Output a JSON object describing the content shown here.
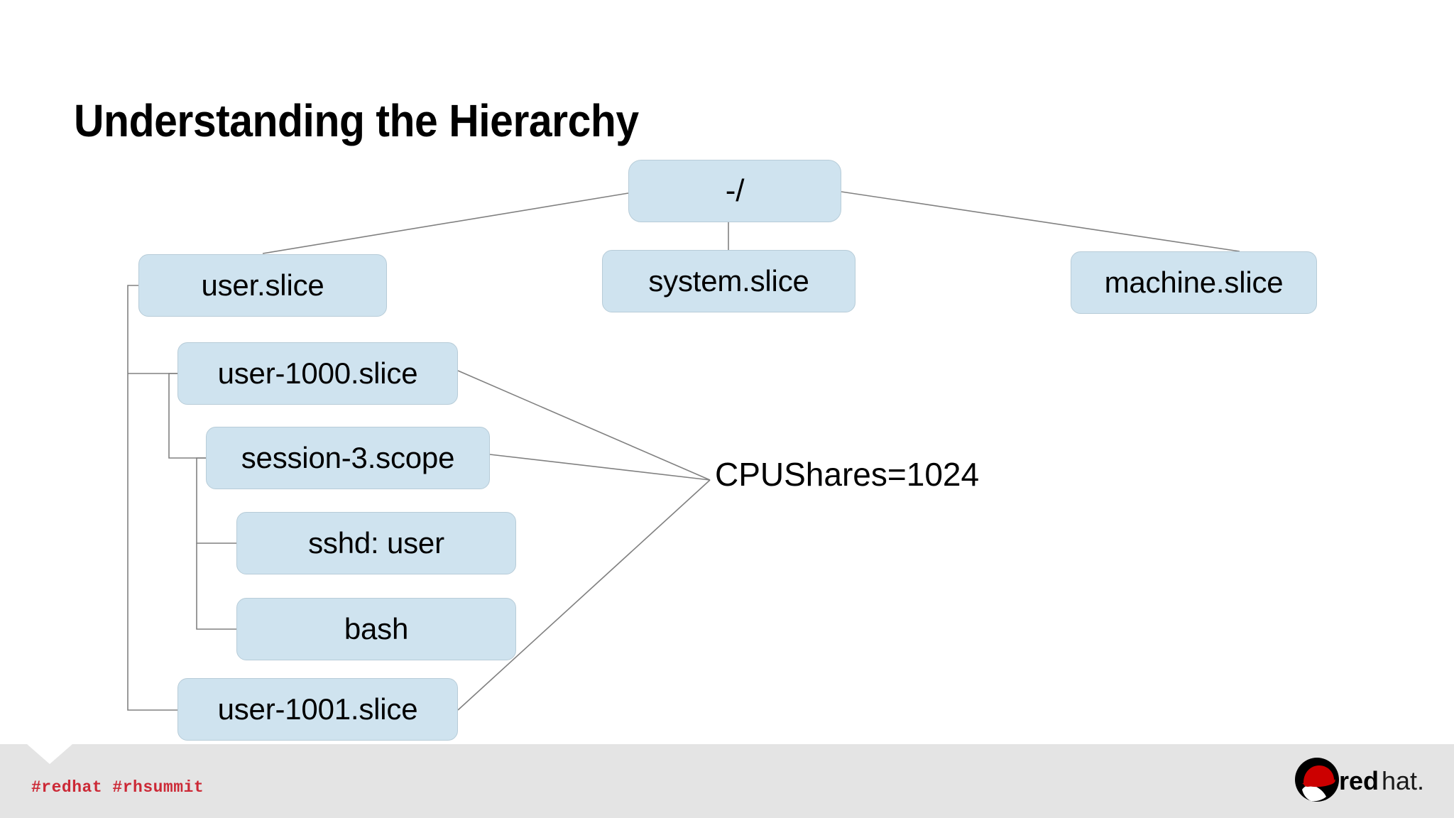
{
  "slide": {
    "title": "Understanding the Hierarchy",
    "background_color": "#ffffff"
  },
  "diagram": {
    "type": "tree",
    "node_fill_color": "#cfe3ef",
    "node_border_color": "#b7ccd8",
    "connector_color": "#808080",
    "nodes": [
      {
        "id": "root",
        "label": "-/"
      },
      {
        "id": "user-slice",
        "label": "user.slice"
      },
      {
        "id": "system-slice",
        "label": "system.slice"
      },
      {
        "id": "machine-slice",
        "label": "machine.slice"
      },
      {
        "id": "user-1000",
        "label": "user-1000.slice"
      },
      {
        "id": "session-3",
        "label": "session-3.scope"
      },
      {
        "id": "sshd",
        "label": "sshd: user"
      },
      {
        "id": "bash",
        "label": "bash"
      },
      {
        "id": "user-1001",
        "label": "user-1001.slice"
      }
    ],
    "edges": [
      {
        "from": "root",
        "to": "user-slice"
      },
      {
        "from": "root",
        "to": "system-slice"
      },
      {
        "from": "root",
        "to": "machine-slice"
      },
      {
        "from": "user-slice",
        "to": "user-1000"
      },
      {
        "from": "user-slice",
        "to": "user-1001"
      },
      {
        "from": "user-1000",
        "to": "session-3"
      },
      {
        "from": "session-3",
        "to": "sshd"
      },
      {
        "from": "session-3",
        "to": "bash"
      }
    ],
    "annotation": {
      "label": "CPUShares=1024",
      "points_to": [
        "user-1000",
        "session-3",
        "user-1001"
      ]
    }
  },
  "footer": {
    "hashtags": "#redhat  #rhsummit",
    "hashtag_color": "#cc2936",
    "background_color": "#e4e4e4",
    "logo": {
      "wordmark_bold": "red",
      "wordmark_light": "hat",
      "wordmark_dot": ".",
      "hat_color": "#cc0000",
      "circle_color": "#000000"
    }
  }
}
